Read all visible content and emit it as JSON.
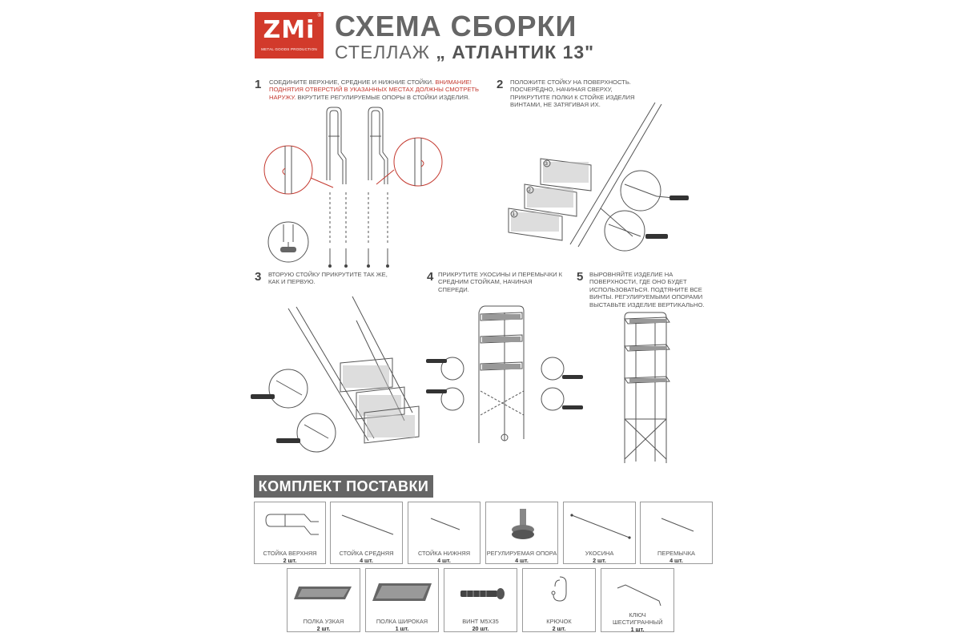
{
  "header": {
    "logo_mark": "ZMi",
    "logo_sub": "METAL GOODS PRODUCTION",
    "logo_reg": "®",
    "title": "СХЕМА СБОРКИ",
    "subtitle_prefix": "СТЕЛЛАЖ",
    "subtitle_name": "„ АТЛАНТИК 13\""
  },
  "steps": [
    {
      "num": "1",
      "text_a": "Соедините верхние, средние и нижние стойки.",
      "text_warn": "Внимание! Поднятия отверстий в указанных местах должны смотреть наружу.",
      "text_b": "Вкрутите регулируемые опоры в стойки изделия."
    },
    {
      "num": "2",
      "text": "Положите стойку на поверхность. Посчерёдно, начиная сверху, прикрутите полки к стойке изделия винтами, не затягивая их.",
      "shelf_labels": [
        "3",
        "2",
        "1"
      ]
    },
    {
      "num": "3",
      "text": "Вторую стойку прикрутите так же, как и первую."
    },
    {
      "num": "4",
      "text": "Прикрутите укосины и перемычки к средним стойкам, начиная спереди."
    },
    {
      "num": "5",
      "text": "Выровняйте изделие на поверхности, где оно будет использоваться. Подтяните все винты. Регулируемыми опорами выставьте изделие вертикально."
    }
  ],
  "kit": {
    "title": "КОМПЛЕКТ ПОСТАВКИ",
    "items": [
      {
        "name": "Стойка верхняя",
        "qty": "2 шт.",
        "icon": "upper-post-icon"
      },
      {
        "name": "Стойка средняя",
        "qty": "4 шт.",
        "icon": "middle-post-icon"
      },
      {
        "name": "Стойка нижняя",
        "qty": "4 шт.",
        "icon": "lower-post-icon"
      },
      {
        "name": "Регулируемая опора",
        "qty": "4 шт.",
        "icon": "adjustable-foot-icon"
      },
      {
        "name": "Укосина",
        "qty": "2 шт.",
        "icon": "brace-icon"
      },
      {
        "name": "Перемычка",
        "qty": "4 шт.",
        "icon": "crossbar-icon"
      },
      {
        "name": "Полка узкая",
        "qty": "2 шт.",
        "icon": "narrow-shelf-icon"
      },
      {
        "name": "Полка широкая",
        "qty": "1 шт.",
        "icon": "wide-shelf-icon"
      },
      {
        "name": "Винт М5х35",
        "qty": "20 шт.",
        "icon": "screw-icon"
      },
      {
        "name": "Крючок",
        "qty": "2 шт.",
        "icon": "hook-icon"
      },
      {
        "name": "Ключ шестигранный",
        "qty": "1 шт.",
        "icon": "hex-key-icon"
      }
    ]
  }
}
